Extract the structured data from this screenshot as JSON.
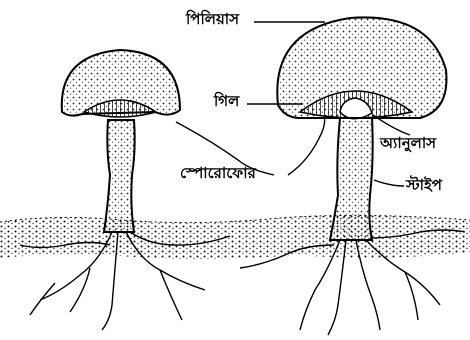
{
  "labels": {
    "pileus": "পিলিয়াস",
    "gill": "গিল",
    "annulus": "অ্যানুলাস",
    "sporophore": "স্পোরোফোর",
    "stipe": "স্টাইপ"
  }
}
